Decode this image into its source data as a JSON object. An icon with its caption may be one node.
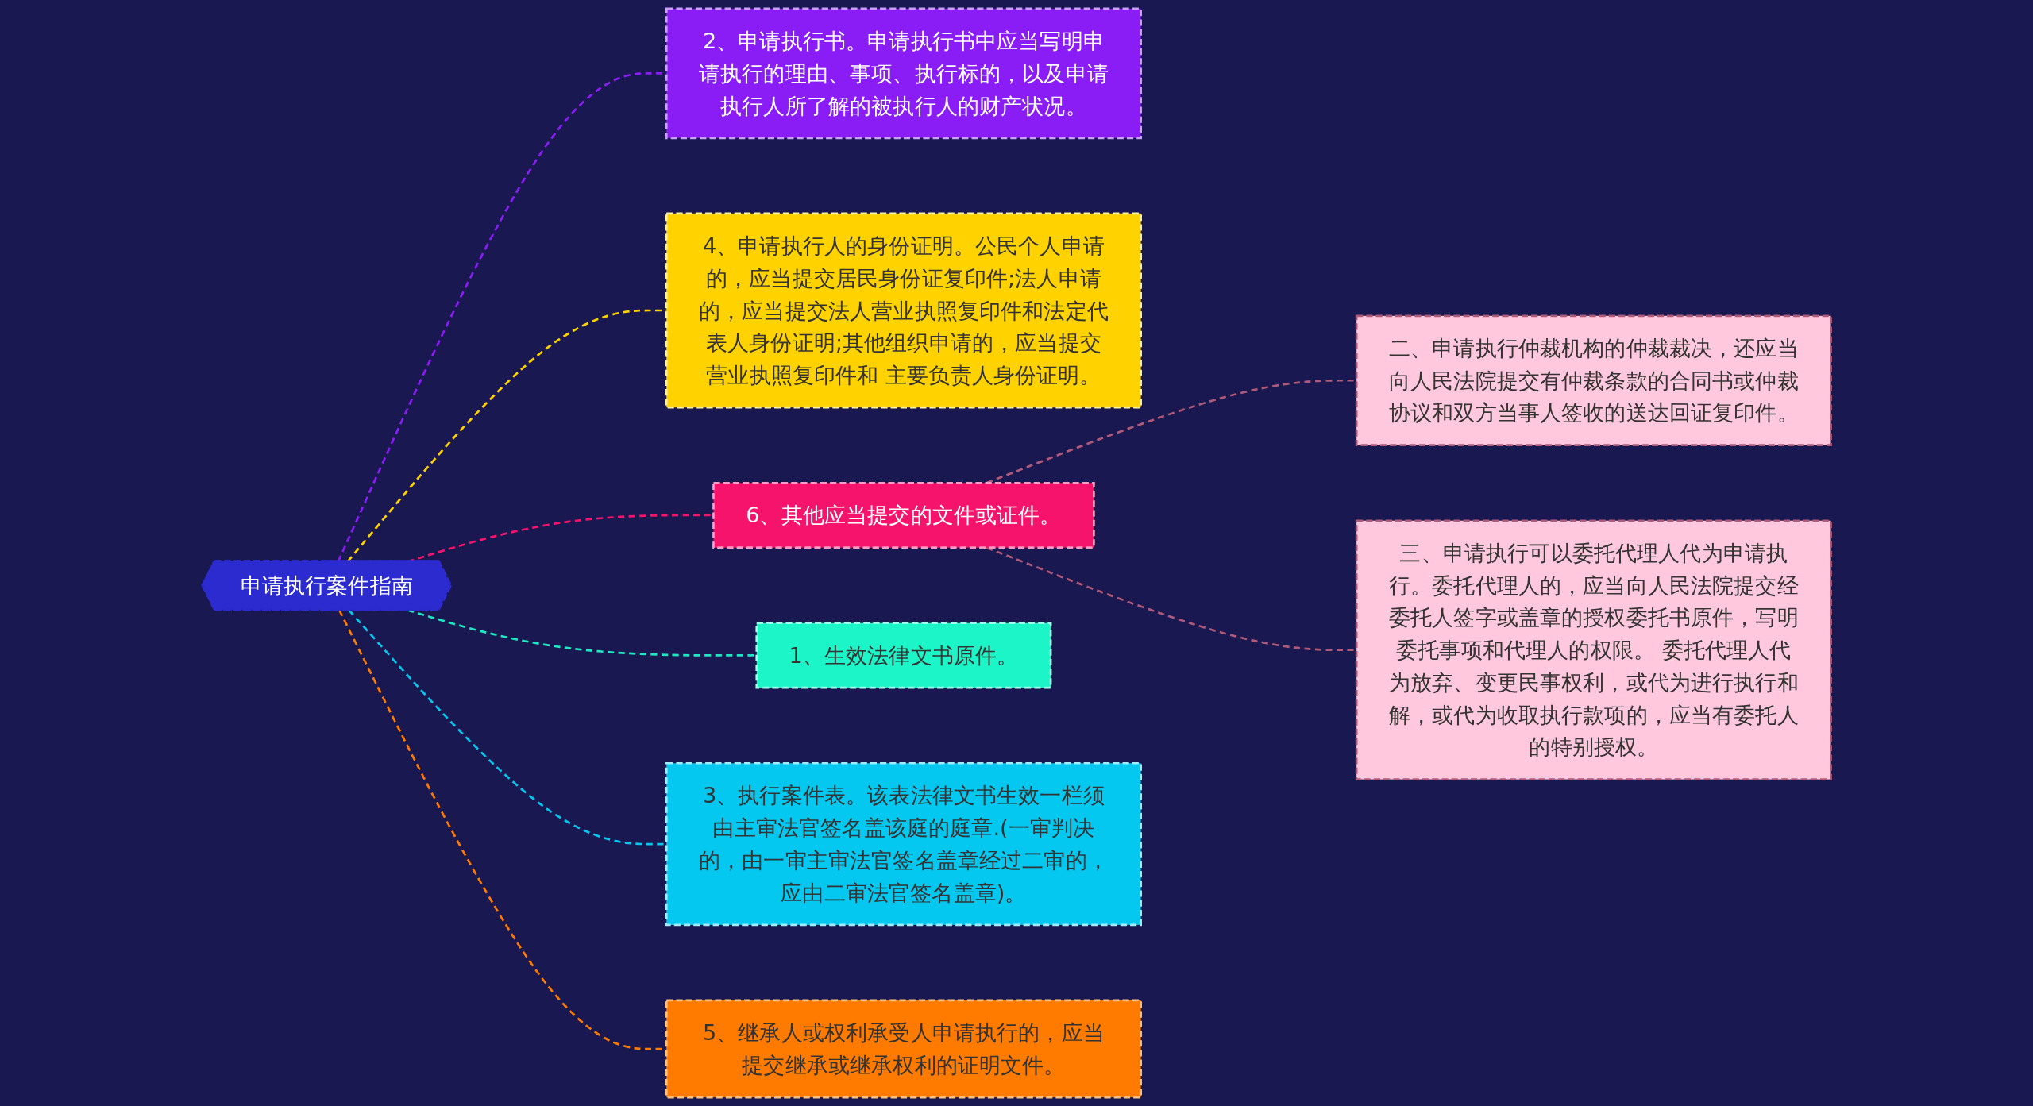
{
  "diagram": {
    "nodes": [
      {
        "text": [
          "申请执行案件指南"
        ]
      },
      {
        "text": [
          "2、申请执行书。申请执行书中应当写明申请执行的理由、事项、执行标的，以及申请执行人所了解的被执行人的财产状况。"
        ]
      },
      {
        "text": [
          "4、申请执行人的身份证明。公民个人申请的，应当提交居民身份证复印件;法人申请的，应当提交法人营业执照复印件和法定代表人身份证明;其他组织申请的，应当提交营业执照复印件和 主要负责人身份证明。"
        ]
      },
      {
        "text": [
          "6、其他应当提交的文件或证件。"
        ]
      },
      {
        "text": [
          "二、申请执行仲裁机构的仲裁裁决，还应当向人民法院提交有仲裁条款的合同书或仲裁协议和双方当事人签收的送达回证复印件。"
        ]
      },
      {
        "text": [
          "三、申请执行可以委托代理人代为申请执行。委托代理人的，应当向人民法院提交经委托人签字或盖章的授权委托书原件，写明委托事项和代理人的权限。 委托代理人代为放弃、变更民事权利，或代为进行执行和解，或代为收取执行款项的，应当有委托人的特别授权。"
        ]
      },
      {
        "text": [
          "1、生效法律文书原件。"
        ]
      },
      {
        "text": [
          "3、执行案件表。该表法律文书生效一栏须由主审法官签名盖该庭的庭章.(一审判决的，由一审主审法官签名盖章经过二审的，应由二审法官签名盖章)。"
        ]
      },
      {
        "text": [
          "5、继承人或权利承受人申请执行的，应当提交继承或继承权利的证明文件。"
        ]
      }
    ],
    "edges": [
      {
        "from": 0,
        "to": 1,
        "arrow": "none",
        "style": "dashed",
        "color": "#8a1cf5"
      },
      {
        "from": 0,
        "to": 2,
        "arrow": "none",
        "style": "dashed",
        "color": "#ffd200"
      },
      {
        "from": 0,
        "to": 3,
        "arrow": "none",
        "style": "dashed",
        "color": "#f5136b"
      },
      {
        "from": 3,
        "to": 4,
        "arrow": "none",
        "style": "dashed",
        "color": "#b05a7a"
      },
      {
        "from": 3,
        "to": 5,
        "arrow": "none",
        "style": "dashed",
        "color": "#b05a7a"
      },
      {
        "from": 0,
        "to": 6,
        "arrow": "none",
        "style": "dashed",
        "color": "#1de8c0"
      },
      {
        "from": 0,
        "to": 7,
        "arrow": "none",
        "style": "dashed",
        "color": "#05c8f0"
      },
      {
        "from": 0,
        "to": 8,
        "arrow": "none",
        "style": "dashed",
        "color": "#ff7b00"
      }
    ]
  }
}
